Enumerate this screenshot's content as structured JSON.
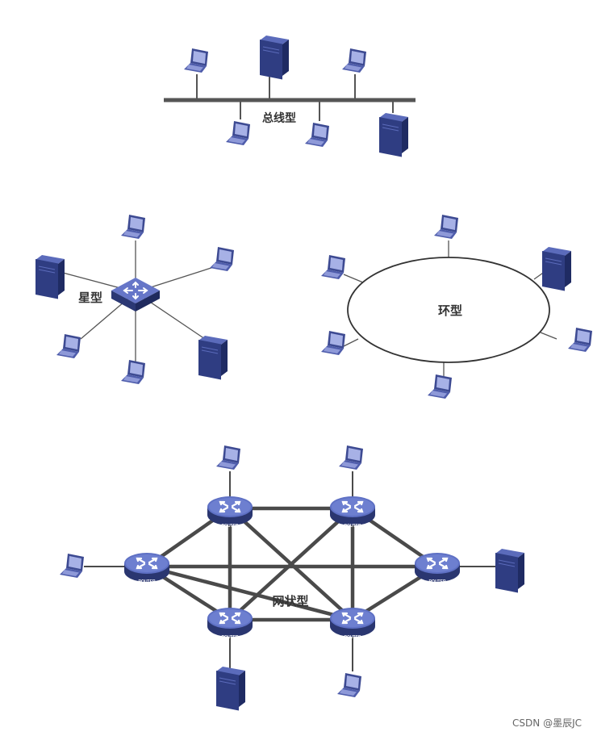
{
  "topologies": {
    "bus": {
      "label": "总线型"
    },
    "star": {
      "label": "星型"
    },
    "ring": {
      "label": "环型"
    },
    "mesh": {
      "label": "网状型",
      "router_label": "ROUTER"
    }
  },
  "watermark": "CSDN @墨辰JC",
  "colors": {
    "device_dark": "#2b3a78",
    "device_mid": "#4a5aa8",
    "screen": "#9aa6e0",
    "line": "#555555",
    "mesh_line": "#4a4a4a",
    "ring_stroke": "#333333"
  }
}
